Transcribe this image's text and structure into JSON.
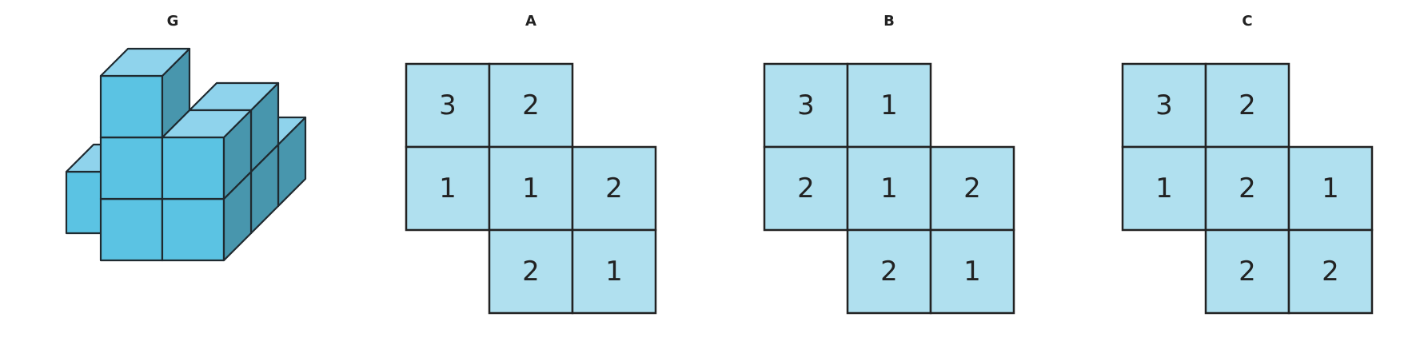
{
  "colors": {
    "cube_top": "#8fd3ec",
    "cube_front": "#5bc3e3",
    "cube_side": "#4896ad",
    "grid_fill": "#b0e0ef",
    "stroke": "#222222"
  },
  "figure": {
    "label": "G",
    "cubes": [
      {
        "col": 0,
        "row": 0,
        "layer": 0
      },
      {
        "col": 0,
        "row": 1,
        "layer": 0
      },
      {
        "col": 1,
        "row": 0,
        "layer": 0
      },
      {
        "col": 1,
        "row": 1,
        "layer": 0
      },
      {
        "col": 1,
        "row": 1,
        "layer": 1
      },
      {
        "col": 0,
        "row": 2,
        "layer": 0
      },
      {
        "col": 0,
        "row": 2,
        "layer": 1
      },
      {
        "col": 0,
        "row": 2,
        "layer": 2
      },
      {
        "col": 1,
        "row": 2,
        "layer": 0
      },
      {
        "col": 1,
        "row": 2,
        "layer": 1
      },
      {
        "col": -1,
        "row": 1,
        "layer": 0
      }
    ]
  },
  "options": [
    {
      "label": "A",
      "cells": [
        {
          "r": 0,
          "c": 0,
          "v": "3"
        },
        {
          "r": 0,
          "c": 1,
          "v": "2"
        },
        {
          "r": 1,
          "c": 0,
          "v": "1"
        },
        {
          "r": 1,
          "c": 1,
          "v": "1"
        },
        {
          "r": 1,
          "c": 2,
          "v": "2"
        },
        {
          "r": 2,
          "c": 1,
          "v": "2"
        },
        {
          "r": 2,
          "c": 2,
          "v": "1"
        }
      ]
    },
    {
      "label": "B",
      "cells": [
        {
          "r": 0,
          "c": 0,
          "v": "3"
        },
        {
          "r": 0,
          "c": 1,
          "v": "1"
        },
        {
          "r": 1,
          "c": 0,
          "v": "2"
        },
        {
          "r": 1,
          "c": 1,
          "v": "1"
        },
        {
          "r": 1,
          "c": 2,
          "v": "2"
        },
        {
          "r": 2,
          "c": 1,
          "v": "2"
        },
        {
          "r": 2,
          "c": 2,
          "v": "1"
        }
      ]
    },
    {
      "label": "C",
      "cells": [
        {
          "r": 0,
          "c": 0,
          "v": "3"
        },
        {
          "r": 0,
          "c": 1,
          "v": "2"
        },
        {
          "r": 1,
          "c": 0,
          "v": "1"
        },
        {
          "r": 1,
          "c": 1,
          "v": "2"
        },
        {
          "r": 1,
          "c": 2,
          "v": "1"
        },
        {
          "r": 2,
          "c": 1,
          "v": "2"
        },
        {
          "r": 2,
          "c": 2,
          "v": "2"
        }
      ]
    }
  ]
}
